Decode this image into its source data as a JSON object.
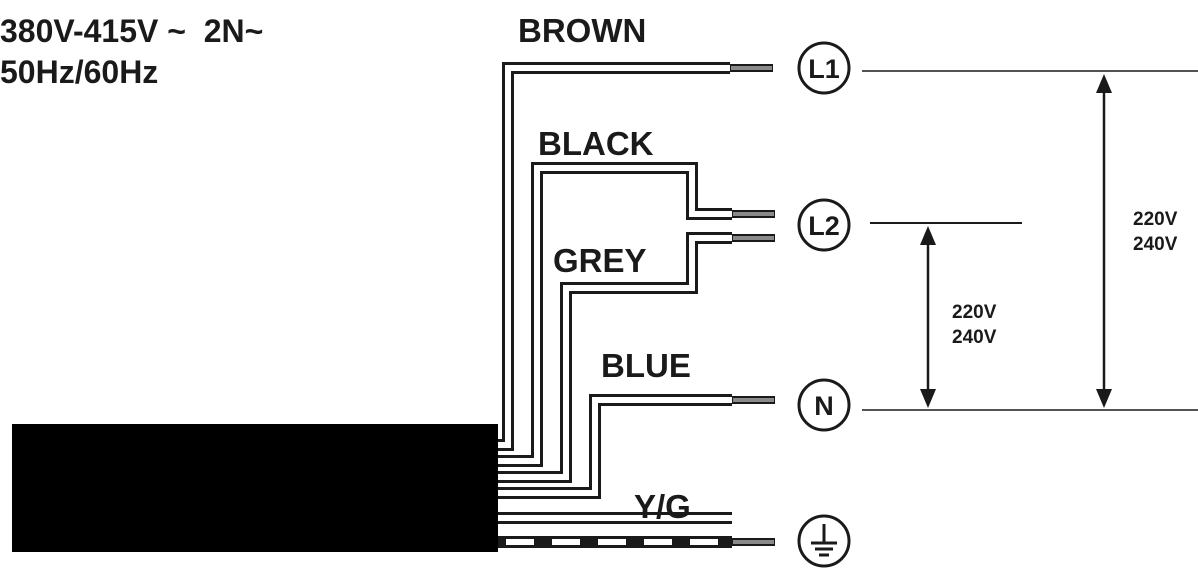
{
  "supply": {
    "voltage": "380V-415V ~  2N~",
    "frequency": "50Hz/60Hz"
  },
  "wires": {
    "brown": "BROWN",
    "black": "BLACK",
    "grey": "GREY",
    "blue": "BLUE",
    "yg": "Y/G"
  },
  "terminals": {
    "l1": "L1",
    "l2": "L2",
    "n": "N",
    "earth_icon": "earth-ground-icon"
  },
  "voltages": {
    "l1_n_line1": "220V",
    "l1_n_line2": "240V",
    "l2_n_line1": "220V",
    "l2_n_line2": "240V"
  },
  "colors": {
    "ink": "#1a1a1a",
    "cable": "#000000",
    "conductor": "#8a8a8a"
  }
}
